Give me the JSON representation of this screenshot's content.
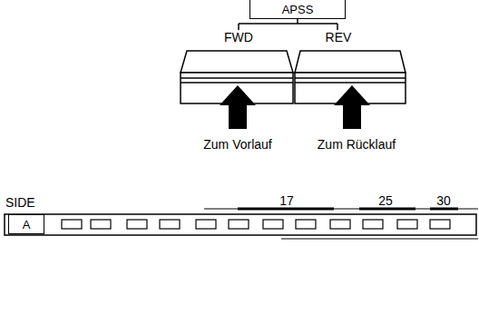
{
  "diagram": {
    "nodes": [
      {
        "text": [
          "APSS"
        ]
      },
      {
        "text": [
          "A"
        ]
      }
    ],
    "labels": [
      "FWD",
      "REV",
      "Zum Vorlauf",
      "Zum Rücklauf",
      "SIDE",
      "17",
      "25",
      "30"
    ]
  }
}
